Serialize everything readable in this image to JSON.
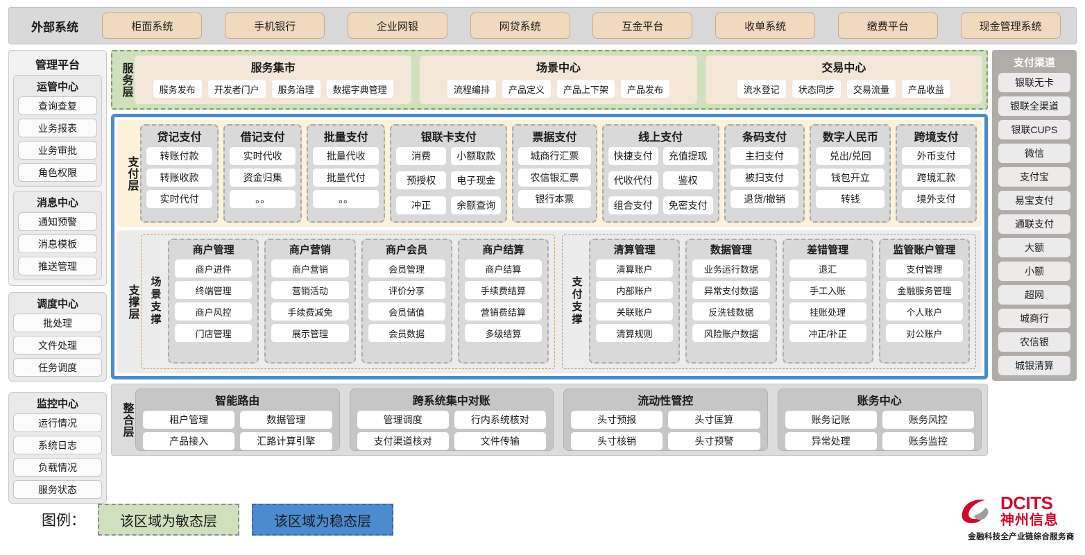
{
  "external": {
    "title": "外部系统",
    "items": [
      "柜面系统",
      "手机银行",
      "企业网银",
      "网贷系统",
      "互金平台",
      "收单系统",
      "缴费平台",
      "现金管理系统"
    ]
  },
  "management": {
    "title": "管理平台",
    "groups": [
      {
        "title": "运管中心",
        "items": [
          "查询查复",
          "业务报表",
          "业务审批",
          "角色权限"
        ]
      },
      {
        "title": "消息中心",
        "items": [
          "通知预警",
          "消息模板",
          "推送管理"
        ]
      }
    ],
    "standalone": [
      {
        "title": "调度中心",
        "items": [
          "批处理",
          "文件处理",
          "任务调度"
        ]
      },
      {
        "title": "监控中心",
        "items": [
          "运行情况",
          "系统日志",
          "负载情况",
          "服务状态"
        ]
      }
    ]
  },
  "channels": {
    "title": "支付渠道",
    "items": [
      "银联无卡",
      "银联全渠道",
      "银联CUPS",
      "微信",
      "支付宝",
      "易宝支付",
      "通联支付",
      "大额",
      "小额",
      "超网",
      "城商行",
      "农信银",
      "城银清算"
    ]
  },
  "service_layer": {
    "label": "服务层",
    "cards": [
      {
        "title": "服务集市",
        "items": [
          "服务发布",
          "开发者门户",
          "服务治理",
          "数据字典管理"
        ]
      },
      {
        "title": "场景中心",
        "items": [
          "流程编排",
          "产品定义",
          "产品上下架",
          "产品发布"
        ]
      },
      {
        "title": "交易中心",
        "items": [
          "流水登记",
          "状态同步",
          "交易流量",
          "产品收益"
        ]
      }
    ]
  },
  "payment_layer": {
    "label": "支付层",
    "cards": [
      {
        "title": "贷记支付",
        "cols": 1,
        "items": [
          "转账付款",
          "转账收款",
          "实时代付"
        ]
      },
      {
        "title": "借记支付",
        "cols": 1,
        "items": [
          "实时代收",
          "资金归集",
          "。。"
        ]
      },
      {
        "title": "批量支付",
        "cols": 1,
        "items": [
          "批量代收",
          "批量代付",
          "。。"
        ]
      },
      {
        "title": "银联卡支付",
        "cols": 2,
        "items": [
          "消费",
          "小额取款",
          "预授权",
          "电子现金",
          "冲正",
          "余额查询"
        ]
      },
      {
        "title": "票据支付",
        "cols": 1,
        "items": [
          "城商行汇票",
          "农信银汇票",
          "银行本票"
        ]
      },
      {
        "title": "线上支付",
        "cols": 2,
        "items": [
          "快捷支付",
          "充值提现",
          "代收代付",
          "鉴权",
          "组合支付",
          "免密支付"
        ]
      },
      {
        "title": "条码支付",
        "cols": 1,
        "items": [
          "主扫支付",
          "被扫支付",
          "退货/撤销"
        ]
      },
      {
        "title": "数字人民币",
        "cols": 1,
        "items": [
          "兑出/兑回",
          "钱包开立",
          "转钱"
        ]
      },
      {
        "title": "跨境支付",
        "cols": 1,
        "items": [
          "外币支付",
          "跨境汇款",
          "境外支付"
        ]
      }
    ]
  },
  "support_layer": {
    "label": "支撑层",
    "zones": [
      {
        "label": "场景支撑",
        "style": "orange",
        "cards": [
          {
            "title": "商户管理",
            "items": [
              "商户进件",
              "终端管理",
              "商户风控",
              "门店管理"
            ]
          },
          {
            "title": "商户营销",
            "items": [
              "商户营销",
              "营销活动",
              "手续费减免",
              "展示管理"
            ]
          },
          {
            "title": "商户会员",
            "items": [
              "会员管理",
              "评价分享",
              "会员储值",
              "会员数据"
            ]
          },
          {
            "title": "商户结算",
            "items": [
              "商户结算",
              "手续费结算",
              "营销费结算",
              "多级结算"
            ]
          }
        ]
      },
      {
        "label": "支付支撑",
        "style": "gray",
        "cards": [
          {
            "title": "清算管理",
            "items": [
              "清算账户",
              "内部账户",
              "关联账户",
              "清算规则"
            ]
          },
          {
            "title": "数据管理",
            "items": [
              "业务运行数据",
              "异常支付数据",
              "反洗钱数据",
              "风险账户数据"
            ]
          },
          {
            "title": "差错管理",
            "items": [
              "退汇",
              "手工入账",
              "挂账处理",
              "冲正/补正"
            ]
          },
          {
            "title": "监管账户管理",
            "items": [
              "支付管理",
              "金融服务管理",
              "个人账户",
              "对公账户"
            ]
          }
        ]
      }
    ]
  },
  "integration_layer": {
    "label": "整合层",
    "cards": [
      {
        "title": "智能路由",
        "items": [
          "租户管理",
          "数据管理",
          "产品接入",
          "汇路计算引擎"
        ]
      },
      {
        "title": "跨系统集中对账",
        "items": [
          "管理调度",
          "行内系统核对",
          "支付渠道核对",
          "文件传输"
        ]
      },
      {
        "title": "流动性管控",
        "items": [
          "头寸预报",
          "头寸匡算",
          "头寸核销",
          "头寸预警"
        ]
      },
      {
        "title": "账务中心",
        "items": [
          "账务记账",
          "账务风控",
          "异常处理",
          "账务监控"
        ]
      }
    ]
  },
  "legend": {
    "label": "图例：",
    "agile": "该区域为敏态层",
    "stable": "该区域为稳态层",
    "agile_color": "#cfe0bd",
    "stable_color": "#4a8ccd"
  },
  "logo": {
    "en": "DCITS",
    "cn": "神州信息",
    "tagline": "金融科技全产业链综合服务商",
    "color": "#cf0a2c"
  }
}
